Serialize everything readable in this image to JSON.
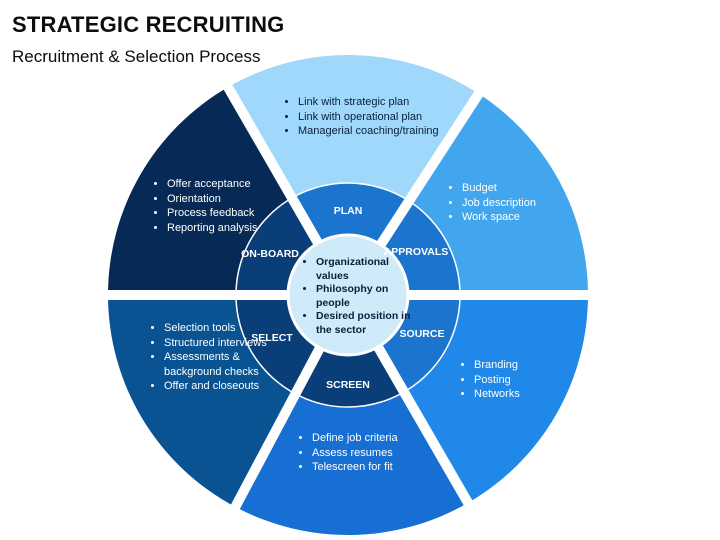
{
  "header": {
    "title": "STRATEGIC RECRUITING",
    "subtitle": "Recruitment & Selection Process"
  },
  "colors": {
    "plan": "#9fd8fb",
    "approvals": "#42a6ef",
    "source": "#1f88e8",
    "screen": "#176fd3",
    "select": "#095393",
    "onboard": "#062a55",
    "ring_dark": "#0a3e78",
    "ring_light": "#1b75cf",
    "center": "#cfeaf9"
  },
  "center": {
    "items": [
      "Organizational values",
      "Philosophy on people",
      "Desired position in the sector"
    ]
  },
  "stages": [
    {
      "key": "plan",
      "label": "PLAN",
      "bullets": [
        "Link with strategic plan",
        "Link with operational plan",
        "Managerial coaching/training"
      ]
    },
    {
      "key": "approvals",
      "label": "APPROVALS",
      "bullets": [
        "Budget",
        "Job description",
        "Work space"
      ]
    },
    {
      "key": "source",
      "label": "SOURCE",
      "bullets": [
        "Branding",
        "Posting",
        "Networks"
      ]
    },
    {
      "key": "screen",
      "label": "SCREEN",
      "bullets": [
        "Define job criteria",
        "Assess resumes",
        "Telescreen for fit"
      ]
    },
    {
      "key": "select",
      "label": "SELECT",
      "bullets": [
        "Selection tools",
        "Structured interviews",
        "Assessments & background checks",
        "Offer and closeouts"
      ]
    },
    {
      "key": "onboard",
      "label": "ON-BOARD",
      "bullets": [
        "Offer acceptance",
        "Orientation",
        "Process feedback",
        "Reporting analysis"
      ]
    }
  ]
}
